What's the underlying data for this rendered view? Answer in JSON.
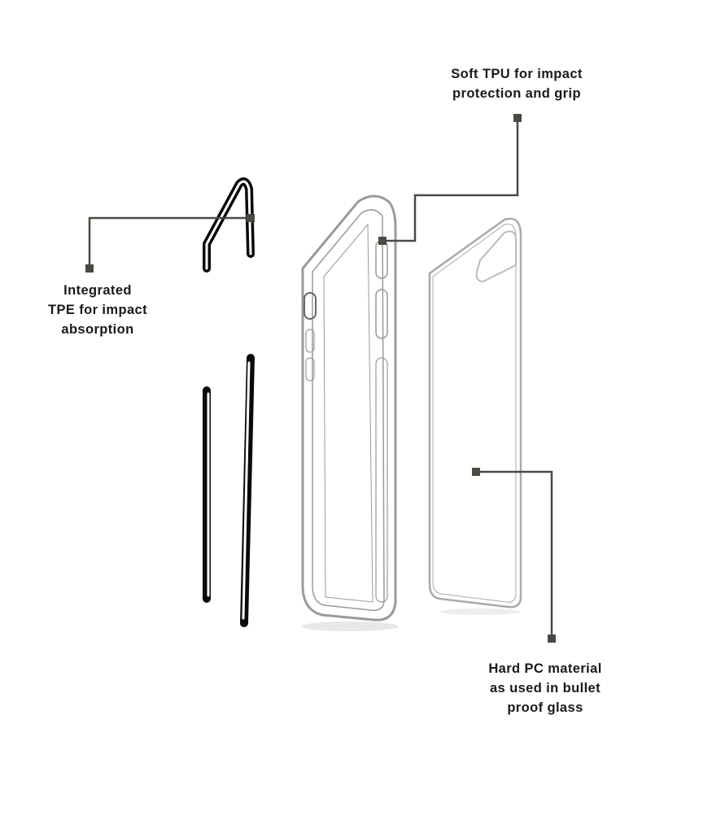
{
  "callouts": {
    "tpu": {
      "lines": [
        "Soft TPU for impact",
        "protection and grip"
      ]
    },
    "tpe": {
      "lines": [
        "Integrated",
        "TPE for impact",
        "absorption"
      ]
    },
    "pc": {
      "lines": [
        "Hard PC material",
        "as used in bullet",
        "proof glass"
      ]
    }
  },
  "colors": {
    "leader": "#4a4a45",
    "tpe": "#0a0a0a",
    "frame": "#9a9a9a"
  }
}
